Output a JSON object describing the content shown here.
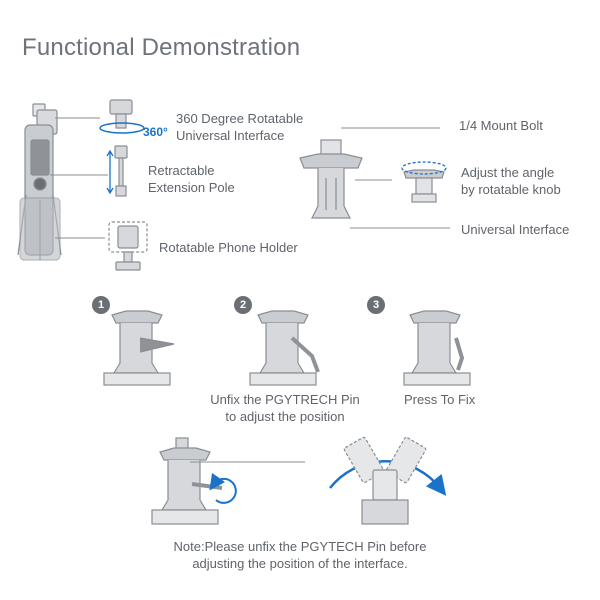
{
  "title": "Functional Demonstration",
  "labels": {
    "rotatable_interface_1": "360 Degree Rotatable",
    "rotatable_interface_2": "Universal Interface",
    "degree": "360°",
    "retractable_1": "Retractable",
    "retractable_2": "Extension Pole",
    "phone_holder": "Rotatable Phone Holder",
    "mount_bolt": "1/4 Mount Bolt",
    "adjust_1": "Adjust the angle",
    "adjust_2": "by rotatable knob",
    "universal_interface": "Universal Interface"
  },
  "steps": [
    {
      "number": "1",
      "caption_1": "",
      "caption_2": ""
    },
    {
      "number": "2",
      "caption_1": "Unfix the PGYTRECH Pin",
      "caption_2": "to adjust the position"
    },
    {
      "number": "3",
      "caption_1": "Press To Fix",
      "caption_2": ""
    }
  ],
  "note": {
    "line_1": "Note:Please unfix the PGYTECH Pin before",
    "line_2": "adjusting the position of the interface."
  },
  "colors": {
    "text": "#5f646b",
    "accent_blue": "#1a73c9",
    "line_art": "#8a8e93",
    "fill_gray": "#c9ccd0"
  }
}
